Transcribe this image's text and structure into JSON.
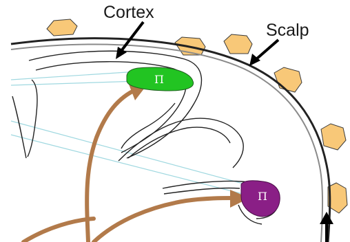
{
  "labels": {
    "cortex": "Cortex",
    "scalp": "Scalp"
  },
  "dipoles": [
    {
      "symbol": "Π",
      "color": "#22c422"
    },
    {
      "symbol": "Π",
      "color": "#8a1f86"
    }
  ],
  "colors": {
    "electrode": "#f8c878",
    "electrode_stroke": "#3a3a3a",
    "field_line": "#9fd8e0",
    "arrow": "#b27a4a",
    "outline": "#222222",
    "scalp_inner": "#8a8a8a",
    "pointer": "#000000"
  }
}
